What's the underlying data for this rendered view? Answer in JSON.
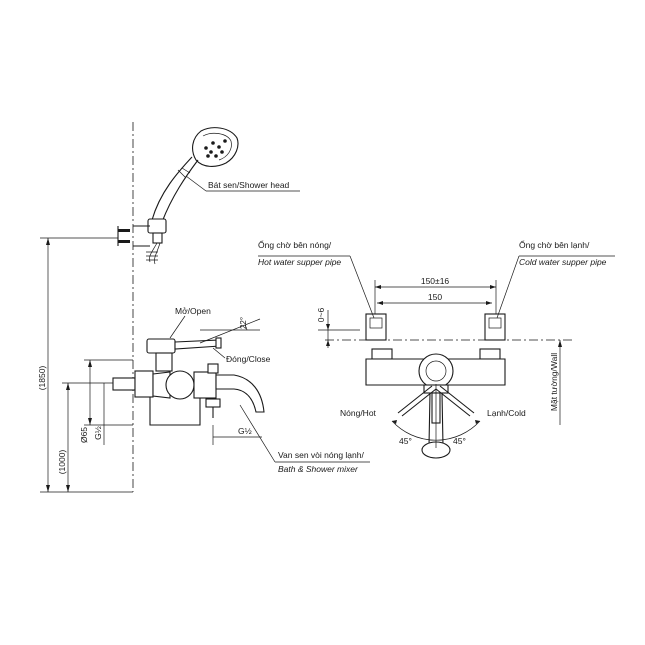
{
  "labels": {
    "shower_head": "Bát sen/Shower head",
    "open": "Mở/Open",
    "close": "Đóng/Close",
    "angle_22": "22°",
    "g_half_left": "G½",
    "g_half_bottom": "G½",
    "d65": "Ø65",
    "dim_1850": "(1850)",
    "dim_1000": "(1000)",
    "mixer_vn": "Van sen vòi nóng lạnh/",
    "mixer_en": "Bath & Shower mixer",
    "hot_pipe_vn": "Ống chờ bên nóng/",
    "hot_pipe_en": "Hot water supper pipe",
    "cold_pipe_vn": "Ống chờ bên lạnh/",
    "cold_pipe_en": "Cold water supper pipe",
    "dim_150_16": "150±16",
    "dim_150": "150",
    "dim_0_6": "0~6",
    "wall": "Mặt tường/Wall",
    "hot": "Nóng/Hot",
    "cold": "Lạnh/Cold",
    "angle_45_left": "45°",
    "angle_45_right": "45°"
  }
}
